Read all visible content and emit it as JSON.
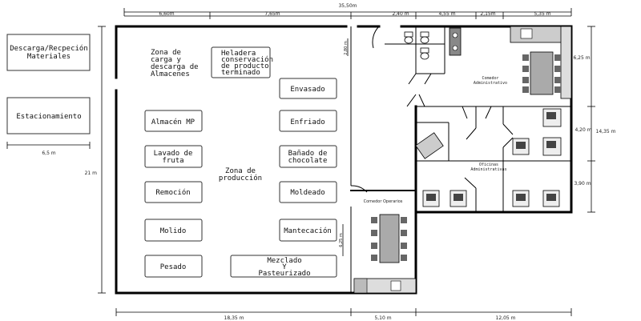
{
  "top_dims": {
    "total": "35,50m",
    "d1": "6,60m",
    "d2": "7,65m",
    "d3": "2,40 m",
    "d4": "4,55 m",
    "d5": "2,15m",
    "d6": "5,35 m"
  },
  "bottom_dims": {
    "d1": "18,35 m",
    "d2": "5,10 m",
    "d3": "12,05 m"
  },
  "left_dims": {
    "height": "21 m",
    "width_ext": "6,5 m"
  },
  "right_dims": {
    "total": "14,35 m",
    "r1": "6,25 m",
    "r2": "4,20 m",
    "r3": "3,90 m"
  },
  "inner_dims": {
    "bath": "2,80 m",
    "lunch": "6,25 m"
  },
  "external": {
    "descarga": "Descarga/Recpeción\nMateriales",
    "estacionamiento": "Estacionamiento"
  },
  "zones": {
    "carga": "Zona de\ncarga y\ndescarga de\nAlmacenes",
    "produccion": "Zona de\nproducción",
    "comedor_admin": "Comedor\nAdministrativo",
    "oficinas": "Oficinas\nAdministrativas",
    "comedor_operarios": "Comedor Operarios"
  },
  "stations": {
    "heladera": "Heladera\nconservación\nde producto\nterminado",
    "envasado": "Envasado",
    "enfriado": "Enfriado",
    "banado": "Bañado de\nchocolate",
    "moldeado": "Moldeado",
    "mantecacion": "Mantecación",
    "mezclado": "Mezclado\nY\nPasteurizado",
    "almacen": "Almacén MP",
    "lavado": "Lavado de\nfruta",
    "remocion": "Remoción",
    "molido": "Molido",
    "pesado": "Pesado"
  }
}
